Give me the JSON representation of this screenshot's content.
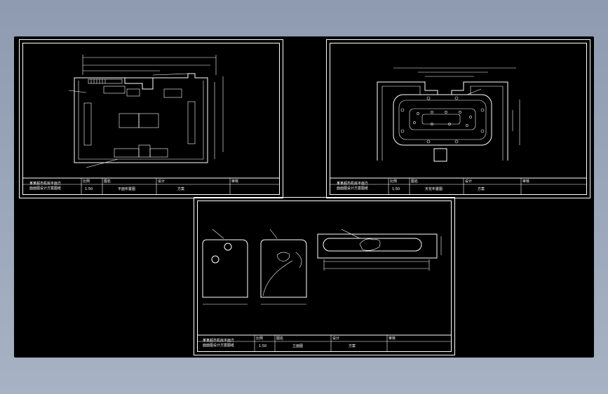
{
  "viewer": {
    "background_top": "#8e9bb0",
    "background_bottom": "#a7b2c4",
    "canvas_color": "#000000",
    "line_color": "#ffffff"
  },
  "sheets": [
    {
      "name": "sheet-floor-plan",
      "title_line1": "某某超市机房平面方",
      "title_line2": "面面图设计方案图纸",
      "scale_label": "比例",
      "scale_value": "1:50",
      "drawing_label": "图名",
      "drawing_value": "平面布置图",
      "designer_label": "设计",
      "designer_value": "方案",
      "checker_label": "审核"
    },
    {
      "name": "sheet-ceiling-plan",
      "title_line1": "某某超市机房平面方",
      "title_line2": "面面图设计方案图纸",
      "scale_label": "比例",
      "scale_value": "1:50",
      "drawing_label": "图名",
      "drawing_value": "天花布置图",
      "designer_label": "设计",
      "designer_value": "方案",
      "checker_label": "审核"
    },
    {
      "name": "sheet-elevation",
      "title_line1": "某某超市机房平面方",
      "title_line2": "面面图设计方案图纸",
      "scale_label": "比例",
      "scale_value": "1:50",
      "drawing_label": "图名",
      "drawing_value": "立面图",
      "designer_label": "设计",
      "designer_value": "方案",
      "checker_label": "审核"
    }
  ]
}
